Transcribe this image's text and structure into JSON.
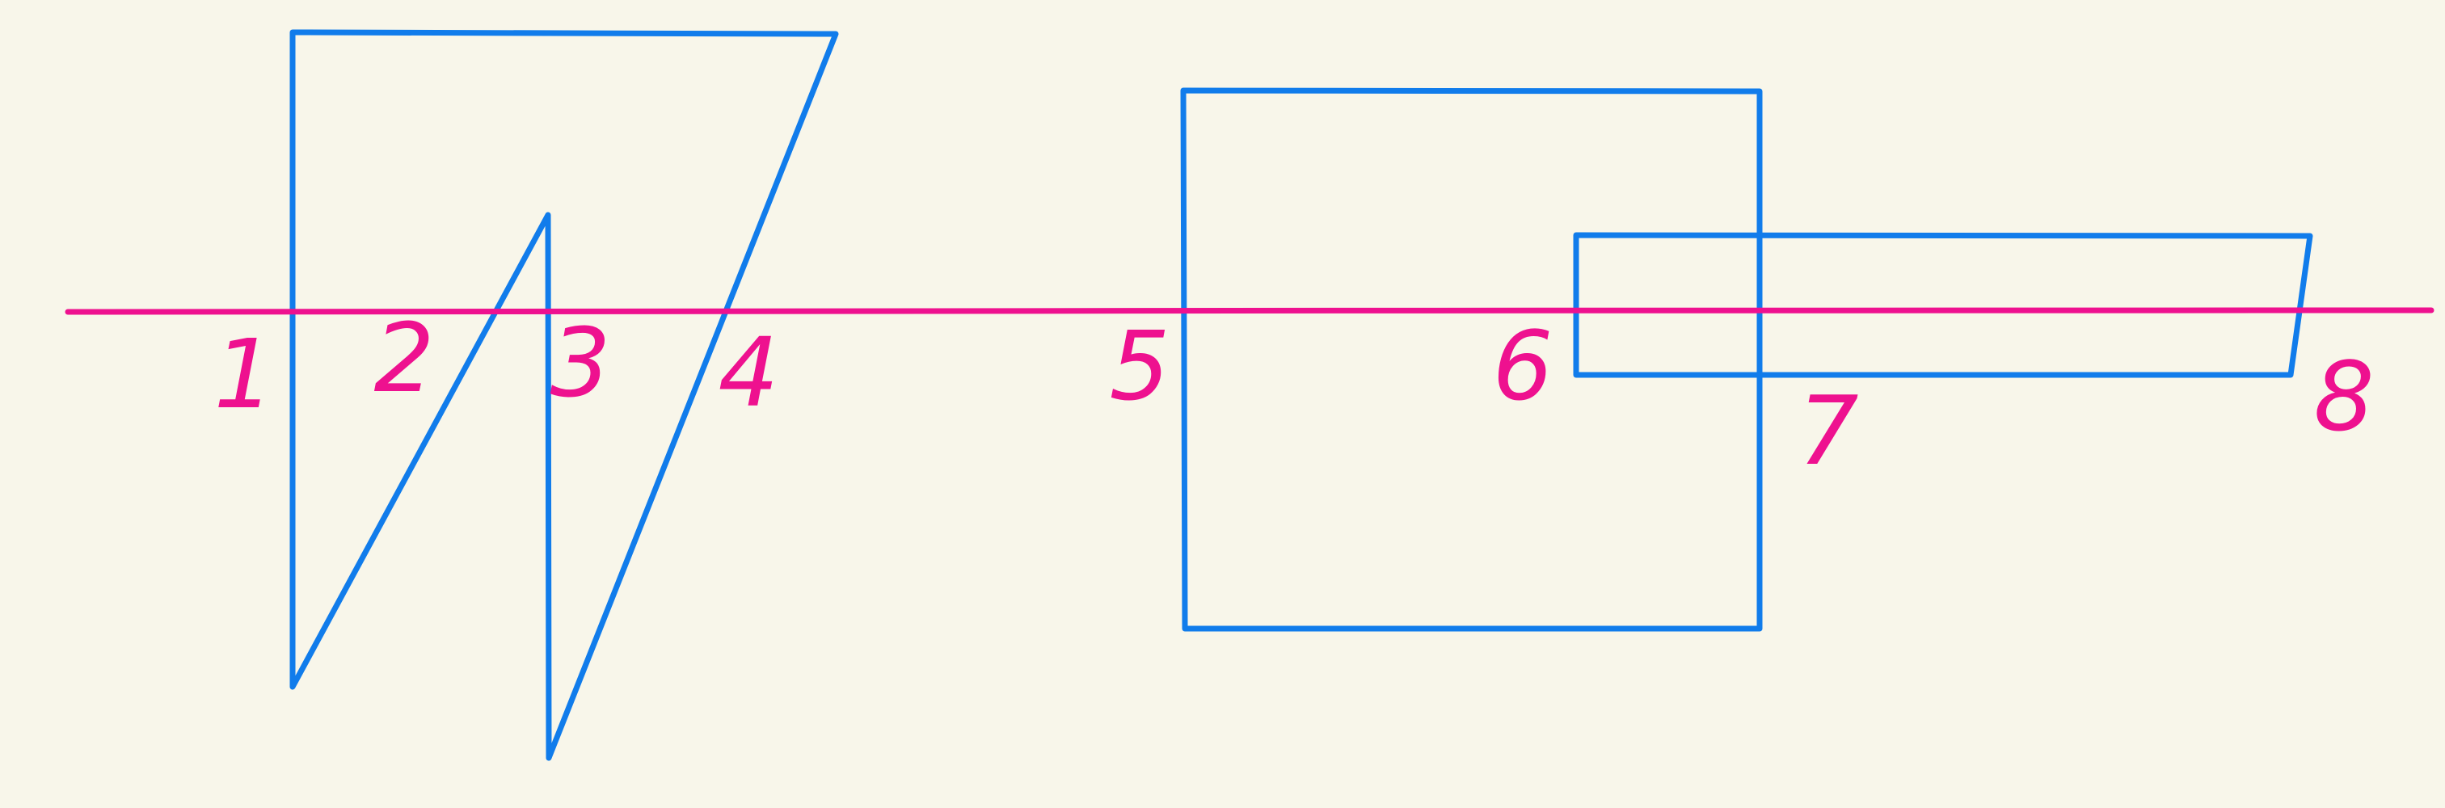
{
  "diagram": {
    "type": "line-segment-crossing-sketch",
    "colors": {
      "background": "#f8f6ea",
      "shapes": "#117ceb",
      "line_and_labels": "#ee118f"
    },
    "shapes": [
      {
        "name": "left-trapezoid-shape",
        "kind": "trapezoid"
      },
      {
        "name": "left-triangle-shape",
        "kind": "triangle"
      },
      {
        "name": "large-square-shape",
        "kind": "square"
      },
      {
        "name": "long-rectangle-shape",
        "kind": "rectangle"
      }
    ],
    "labels": [
      "1",
      "2",
      "3",
      "4",
      "5",
      "6",
      "7",
      "8"
    ]
  }
}
